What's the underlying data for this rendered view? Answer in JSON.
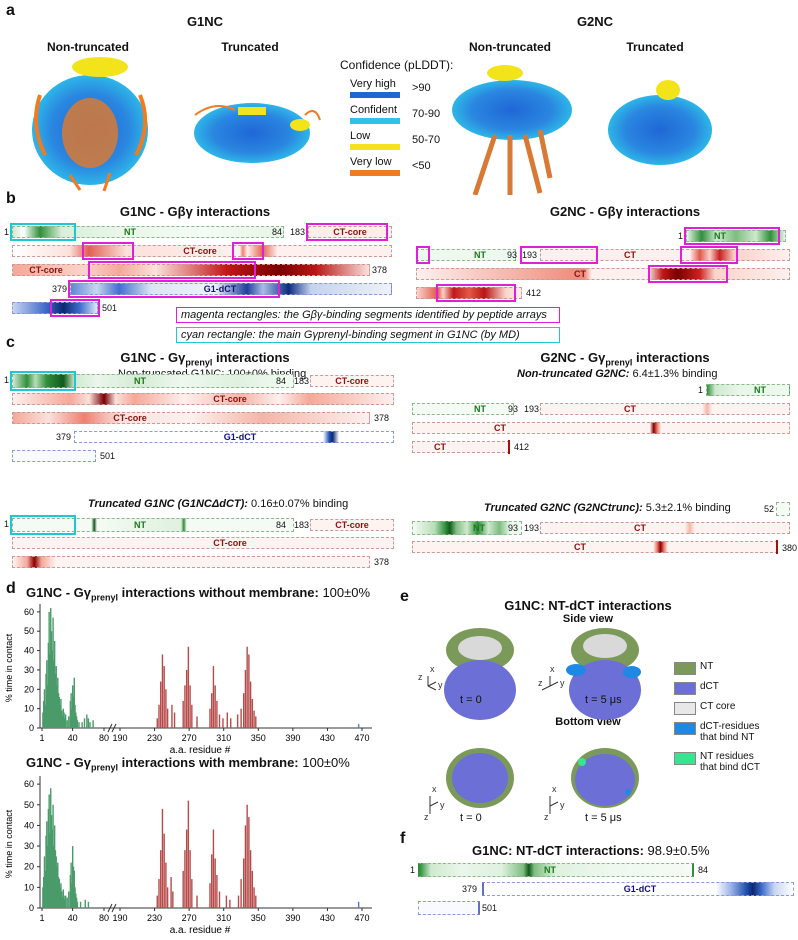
{
  "panels": {
    "a": "a",
    "b": "b",
    "c": "c",
    "d": "d",
    "e": "e",
    "f": "f"
  },
  "a": {
    "g1nc_title": "G1NC",
    "g2nc_title": "G2NC",
    "non_truncated": "Non-truncated",
    "truncated": "Truncated",
    "legend_title": "Confidence (pLDDT):",
    "legend": [
      {
        "label": "Very high",
        "range": ">90",
        "color": "#1f67d6"
      },
      {
        "label": "Confident",
        "range": "70-90",
        "color": "#2ec4ea"
      },
      {
        "label": "Low",
        "range": "50-70",
        "color": "#f3e31b"
      },
      {
        "label": "Very low",
        "range": "<50",
        "color": "#f07b20"
      }
    ]
  },
  "b": {
    "left_title": "G1NC - Gβγ interactions",
    "right_title": "G2NC - Gβγ interactions",
    "note_magenta": "magenta rectangles: the Gβγ-binding segments identified by peptide arrays",
    "note_cyan": "cyan rectangle: the main Gγprenyl-binding segment  in G1NC (by MD)"
  },
  "c": {
    "left_title_pre": "G1NC - Gγ",
    "left_title_sub": "prenyl",
    "left_title_post": " interactions",
    "right_title_pre": "G2NC - Gγ",
    "right_title_sub": "prenyl",
    "right_title_post": " interactions",
    "g1_nontrunc": "Non-truncated G1NC: 100±0% binding",
    "g2_nontrunc_i": "Non-truncated G2NC:",
    "g2_nontrunc_v": " 6.4±1.3% binding",
    "g1_trunc_i": "Truncated G1NC (G1NCΔdCT):",
    "g1_trunc_v": " 0.16±0.07% binding",
    "g2_trunc_i": "Truncated G2NC (G2NCtrunc):",
    "g2_trunc_v": " 5.3±2.1% binding"
  },
  "d": {
    "title1_pre": "G1NC - Gγ",
    "title1_sub": "prenyl",
    "title1_post": " interactions without membrane:",
    "title1_val": " 100±0%",
    "title2_pre": "G1NC - Gγ",
    "title2_sub": "prenyl",
    "title2_post": " interactions with membrane:",
    "title2_val": " 100±0%",
    "ylabel": "% time in contact",
    "xlabel": "a.a. residue  #"
  },
  "chart_data": [
    {
      "type": "bar",
      "title": "G1NC - Gγprenyl interactions without membrane: 100±0%",
      "xlabel": "a.a. residue  #",
      "ylabel": "% time in contact",
      "ylim": [
        0,
        62
      ],
      "x_ticks": [
        "1",
        "40",
        "80",
        "190",
        "230",
        "270",
        "310",
        "350",
        "390",
        "430",
        "470"
      ],
      "y_ticks": [
        "0",
        "10",
        "20",
        "30",
        "40",
        "50",
        "60"
      ],
      "series": [
        {
          "values": [
            [
              2,
              8
            ],
            [
              3,
              14
            ],
            [
              4,
              20
            ],
            [
              5,
              12
            ],
            [
              6,
              28
            ],
            [
              7,
              35
            ],
            [
              8,
              22
            ],
            [
              9,
              44
            ],
            [
              10,
              60
            ],
            [
              11,
              38
            ],
            [
              12,
              62
            ],
            [
              13,
              50
            ],
            [
              14,
              40
            ],
            [
              15,
              57
            ],
            [
              16,
              35
            ],
            [
              17,
              45
            ],
            [
              18,
              28
            ],
            [
              19,
              32
            ],
            [
              20,
              22
            ],
            [
              21,
              26
            ],
            [
              22,
              18
            ],
            [
              23,
              16
            ],
            [
              24,
              12
            ],
            [
              25,
              15
            ],
            [
              26,
              9
            ],
            [
              27,
              6
            ],
            [
              28,
              10
            ],
            [
              29,
              8
            ],
            [
              30,
              5
            ],
            [
              31,
              7
            ],
            [
              33,
              4
            ],
            [
              35,
              6
            ],
            [
              37,
              14
            ],
            [
              38,
              18
            ],
            [
              39,
              10
            ],
            [
              40,
              22
            ],
            [
              41,
              16
            ],
            [
              42,
              26
            ],
            [
              43,
              12
            ],
            [
              44,
              8
            ],
            [
              45,
              6
            ],
            [
              46,
              4
            ],
            [
              48,
              3
            ],
            [
              52,
              3
            ],
            [
              55,
              5
            ],
            [
              58,
              7
            ],
            [
              60,
              5
            ],
            [
              62,
              3
            ],
            [
              66,
              4
            ]
          ]
        },
        {
          "values": [
            [
              233,
              5
            ],
            [
              235,
              12
            ],
            [
              237,
              24
            ],
            [
              239,
              38
            ],
            [
              241,
              32
            ],
            [
              243,
              20
            ],
            [
              245,
              10
            ],
            [
              250,
              12
            ],
            [
              253,
              8
            ],
            [
              263,
              14
            ],
            [
              265,
              22
            ],
            [
              267,
              30
            ],
            [
              269,
              42
            ],
            [
              271,
              22
            ],
            [
              273,
              12
            ],
            [
              279,
              6
            ],
            [
              294,
              10
            ],
            [
              296,
              18
            ],
            [
              298,
              32
            ],
            [
              300,
              22
            ],
            [
              302,
              14
            ],
            [
              305,
              7
            ],
            [
              309,
              5
            ],
            [
              314,
              8
            ],
            [
              318,
              5
            ],
            [
              326,
              7
            ],
            [
              330,
              10
            ],
            [
              333,
              18
            ],
            [
              335,
              30
            ],
            [
              337,
              42
            ],
            [
              339,
              38
            ],
            [
              341,
              24
            ],
            [
              343,
              15
            ],
            [
              345,
              9
            ],
            [
              347,
              6
            ]
          ]
        },
        {
          "values": [
            [
              466,
              2
            ]
          ]
        }
      ]
    },
    {
      "type": "bar",
      "title": "G1NC - Gγprenyl interactions with membrane: 100±0%",
      "xlabel": "a.a. residue  #",
      "ylabel": "% time in contact",
      "ylim": [
        0,
        62
      ],
      "x_ticks": [
        "1",
        "40",
        "80",
        "190",
        "230",
        "270",
        "310",
        "350",
        "390",
        "430",
        "470"
      ],
      "y_ticks": [
        "0",
        "10",
        "20",
        "30",
        "40",
        "50",
        "60"
      ],
      "series": [
        {
          "values": [
            [
              2,
              10
            ],
            [
              3,
              15
            ],
            [
              4,
              25
            ],
            [
              5,
              18
            ],
            [
              6,
              35
            ],
            [
              7,
              42
            ],
            [
              8,
              30
            ],
            [
              9,
              48
            ],
            [
              10,
              55
            ],
            [
              11,
              36
            ],
            [
              12,
              58
            ],
            [
              13,
              45
            ],
            [
              14,
              38
            ],
            [
              15,
              50
            ],
            [
              16,
              30
            ],
            [
              17,
              40
            ],
            [
              18,
              28
            ],
            [
              19,
              25
            ],
            [
              20,
              20
            ],
            [
              21,
              22
            ],
            [
              22,
              15
            ],
            [
              23,
              14
            ],
            [
              24,
              10
            ],
            [
              25,
              12
            ],
            [
              26,
              8
            ],
            [
              27,
              5
            ],
            [
              28,
              9
            ],
            [
              29,
              6
            ],
            [
              30,
              4
            ],
            [
              31,
              6
            ],
            [
              33,
              5
            ],
            [
              35,
              8
            ],
            [
              37,
              16
            ],
            [
              38,
              22
            ],
            [
              39,
              12
            ],
            [
              40,
              30
            ],
            [
              41,
              20
            ],
            [
              42,
              18
            ],
            [
              43,
              10
            ],
            [
              44,
              7
            ],
            [
              45,
              5
            ],
            [
              46,
              3
            ],
            [
              50,
              3
            ],
            [
              56,
              4
            ],
            [
              60,
              3
            ]
          ]
        },
        {
          "values": [
            [
              233,
              6
            ],
            [
              235,
              14
            ],
            [
              237,
              28
            ],
            [
              239,
              48
            ],
            [
              241,
              36
            ],
            [
              243,
              22
            ],
            [
              245,
              10
            ],
            [
              249,
              15
            ],
            [
              251,
              8
            ],
            [
              263,
              18
            ],
            [
              265,
              28
            ],
            [
              267,
              38
            ],
            [
              269,
              52
            ],
            [
              271,
              28
            ],
            [
              273,
              14
            ],
            [
              279,
              6
            ],
            [
              294,
              12
            ],
            [
              296,
              26
            ],
            [
              298,
              38
            ],
            [
              300,
              24
            ],
            [
              302,
              16
            ],
            [
              305,
              8
            ],
            [
              313,
              6
            ],
            [
              317,
              4
            ],
            [
              327,
              6
            ],
            [
              330,
              14
            ],
            [
              333,
              24
            ],
            [
              335,
              40
            ],
            [
              337,
              50
            ],
            [
              339,
              44
            ],
            [
              341,
              28
            ],
            [
              343,
              18
            ],
            [
              345,
              10
            ],
            [
              347,
              6
            ]
          ]
        },
        {
          "values": [
            [
              466,
              3
            ]
          ]
        }
      ]
    }
  ],
  "e": {
    "title": "G1NC: NT-dCT interactions",
    "side": "Side view",
    "bottom": "Bottom view",
    "t0": "t = 0",
    "t5": "t = 5 μs",
    "legend": [
      {
        "label": "NT",
        "color": "#7b9a5a"
      },
      {
        "label": "dCT",
        "color": "#6b6fd6"
      },
      {
        "label": "CT core",
        "color": "#e8e8e8"
      },
      {
        "label": "dCT-residues\nthat bind NT",
        "color": "#1e88e5"
      },
      {
        "label": "NT residues\nthat bind dCT",
        "color": "#36e58f"
      }
    ]
  },
  "f": {
    "title": "G1NC: NT-dCT interactions:",
    "value": " 98.9±0.5%"
  },
  "seg": {
    "NT": "NT",
    "CT_core": "CT-core",
    "CT": "CT",
    "G1_dCT": "G1-dCT",
    "n1": "1",
    "n84": "84",
    "n183": "183",
    "n378": "378",
    "n379": "379",
    "n501": "501",
    "n93": "93",
    "n193": "193",
    "n412": "412",
    "n52": "52",
    "n380": "380"
  }
}
